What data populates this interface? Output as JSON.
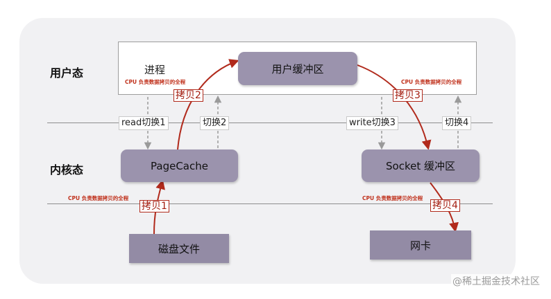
{
  "zones": {
    "user": "用户态",
    "kernel": "内核态"
  },
  "process_label": "进程",
  "boxes": {
    "user_buffer": "用户缓冲区",
    "page_cache": "PageCache",
    "socket_buffer": "Socket 缓冲区",
    "disk_file": "磁盘文件",
    "nic": "网卡"
  },
  "cpu_note": "CPU 负责数据拷贝的全程",
  "copies": {
    "c1": "拷贝1",
    "c2": "拷贝2",
    "c3": "拷贝3",
    "c4": "拷贝4"
  },
  "switches": {
    "s1": "read切换1",
    "s2": "切换2",
    "s3": "write切换3",
    "s4": "切换4"
  },
  "watermark": "@稀土掘金技术社区",
  "colors": {
    "arrow_red": "#b12a1c",
    "box_fill": "#9b93ad",
    "dashed_gray": "#9a9a9a",
    "panel": "#f1f1f3"
  }
}
